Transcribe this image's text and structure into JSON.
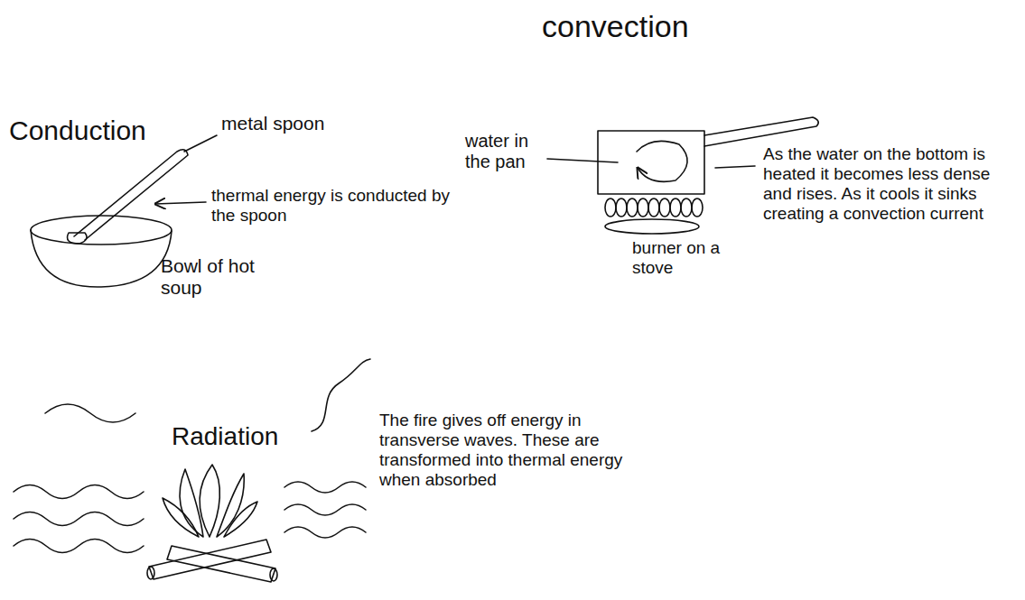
{
  "diagram": {
    "labels": [
      "convection",
      "Conduction",
      "metal spoon",
      "thermal energy is conducted by the spoon",
      "Bowl of hot soup",
      "water in the pan",
      "burner on a stove",
      "As the water on the bottom is heated it becomes less dense and rises. As it cools it sinks creating a convection current",
      "Radiation",
      "The fire gives off energy in transverse waves. These are transformed into thermal energy when absorbed"
    ]
  }
}
